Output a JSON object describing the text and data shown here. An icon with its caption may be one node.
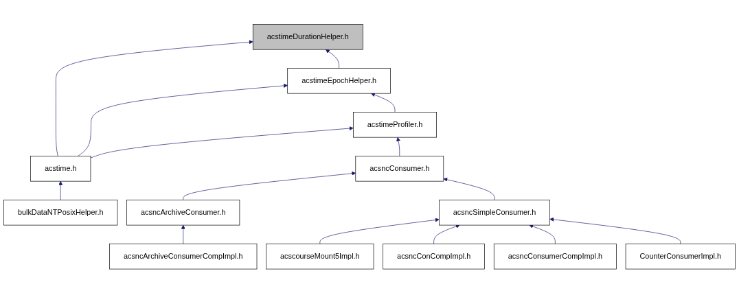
{
  "diagram": {
    "nodes": [
      {
        "text": [
          "acstimeDurationHelper.h"
        ]
      },
      {
        "text": [
          "acstimeEpochHelper.h"
        ]
      },
      {
        "text": [
          "acstimeProfiler.h"
        ]
      },
      {
        "text": [
          "acstime.h"
        ]
      },
      {
        "text": [
          "acsncConsumer.h"
        ]
      },
      {
        "text": [
          "bulkDataNTPosixHelper.h"
        ]
      },
      {
        "text": [
          "acsncArchiveConsumer.h"
        ]
      },
      {
        "text": [
          "acsncSimpleConsumer.h"
        ]
      },
      {
        "text": [
          "acsncArchiveConsumerCompImpl.h"
        ]
      },
      {
        "text": [
          "acscourseMount5Impl.h"
        ]
      },
      {
        "text": [
          "acsncConCompImpl.h"
        ]
      },
      {
        "text": [
          "acsncConsumerCompImpl.h"
        ]
      },
      {
        "text": [
          "CounterConsumerImpl.h"
        ]
      }
    ],
    "edges": [
      {
        "from": 1,
        "to": 0,
        "arrow": "to"
      },
      {
        "from": 3,
        "to": 0,
        "arrow": "to"
      },
      {
        "from": 3,
        "to": 1,
        "arrow": "to"
      },
      {
        "from": 2,
        "to": 1,
        "arrow": "to"
      },
      {
        "from": 3,
        "to": 2,
        "arrow": "to"
      },
      {
        "from": 4,
        "to": 2,
        "arrow": "to"
      },
      {
        "from": 5,
        "to": 3,
        "arrow": "to"
      },
      {
        "from": 6,
        "to": 4,
        "arrow": "to"
      },
      {
        "from": 7,
        "to": 4,
        "arrow": "to"
      },
      {
        "from": 8,
        "to": 6,
        "arrow": "to"
      },
      {
        "from": 9,
        "to": 7,
        "arrow": "to"
      },
      {
        "from": 10,
        "to": 7,
        "arrow": "to"
      },
      {
        "from": 11,
        "to": 7,
        "arrow": "to"
      },
      {
        "from": 12,
        "to": 7,
        "arrow": "to"
      }
    ]
  }
}
